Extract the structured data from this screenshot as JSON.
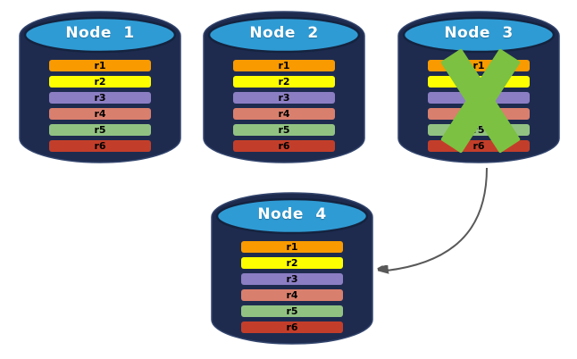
{
  "colors": {
    "background": "#FFFFFF",
    "cylinder_body": "#1E2B4F",
    "cylinder_edge": "#33456D",
    "cylinder_top": "#2F9BD4",
    "cylinder_top_edge": "#15233F",
    "title_text": "#FFFFFF",
    "row_text": "#000000",
    "fail_x": "#7CC141",
    "arrow": "#595959"
  },
  "nodes": [
    {
      "title": "Node 1",
      "failed": false,
      "rows": [
        {
          "label": "r1",
          "color": "#F89A00"
        },
        {
          "label": "r2",
          "color": "#FDFE00"
        },
        {
          "label": "r3",
          "color": "#8C7EC3"
        },
        {
          "label": "r4",
          "color": "#D97F6D"
        },
        {
          "label": "r5",
          "color": "#92C282"
        },
        {
          "label": "r6",
          "color": "#C33E2A"
        }
      ]
    },
    {
      "title": "Node 2",
      "failed": false,
      "rows": [
        {
          "label": "r1",
          "color": "#F89A00"
        },
        {
          "label": "r2",
          "color": "#FDFE00"
        },
        {
          "label": "r3",
          "color": "#8C7EC3"
        },
        {
          "label": "r4",
          "color": "#D97F6D"
        },
        {
          "label": "r5",
          "color": "#92C282"
        },
        {
          "label": "r6",
          "color": "#C33E2A"
        }
      ]
    },
    {
      "title": "Node 3",
      "failed": true,
      "rows": [
        {
          "label": "r1",
          "color": "#F89A00"
        },
        {
          "label": "r2",
          "color": "#FDFE00"
        },
        {
          "label": "r3",
          "color": "#8C7EC3"
        },
        {
          "label": "r4",
          "color": "#D97F6D"
        },
        {
          "label": "r5",
          "color": "#92C282"
        },
        {
          "label": "r6",
          "color": "#C33E2A"
        }
      ]
    },
    {
      "title": "Node 4",
      "failed": false,
      "rows": [
        {
          "label": "r1",
          "color": "#F89A00"
        },
        {
          "label": "r2",
          "color": "#FDFE00"
        },
        {
          "label": "r3",
          "color": "#8C7EC3"
        },
        {
          "label": "r4",
          "color": "#D97F6D"
        },
        {
          "label": "r5",
          "color": "#92C282"
        },
        {
          "label": "r6",
          "color": "#C33E2A"
        }
      ]
    }
  ],
  "arrow": {
    "from": "Node 3",
    "to": "Node 4"
  }
}
